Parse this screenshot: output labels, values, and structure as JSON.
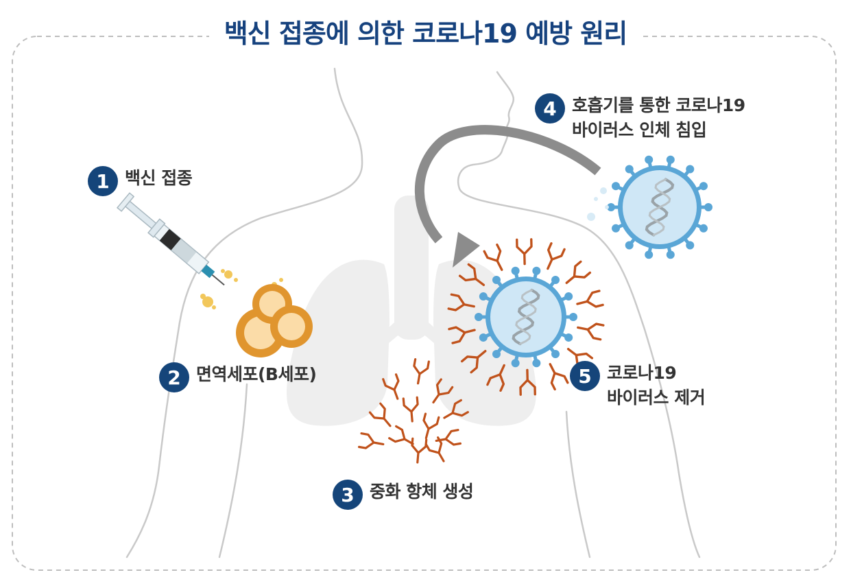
{
  "title": "백신 접종에 의한 코로나19 예방 원리",
  "colors": {
    "title": "#16427e",
    "badge": "#15457a",
    "label": "#333333",
    "outline": "#c7c7c7",
    "lung": "#eeeeee",
    "virus": "#5aa6d6",
    "virus_core": "#cfe7f6",
    "antibody": "#c0521b",
    "bcell": "#e0952e",
    "arrow": "#8c8c8c"
  },
  "steps": [
    {
      "number": "1",
      "lines": [
        "백신 접종"
      ]
    },
    {
      "number": "2",
      "lines": [
        "면역세포(B세포)"
      ]
    },
    {
      "number": "3",
      "lines": [
        "중화 항체 생성"
      ]
    },
    {
      "number": "4",
      "lines": [
        "호흡기를 통한 코로나19",
        "바이러스 인체 침입"
      ]
    },
    {
      "number": "5",
      "lines": [
        "코로나19",
        "바이러스 제거"
      ]
    }
  ],
  "icons": [
    "syringe-icon",
    "b-cell-icon",
    "antibody-icon",
    "virus-icon",
    "lungs-icon",
    "arrow-icon"
  ]
}
